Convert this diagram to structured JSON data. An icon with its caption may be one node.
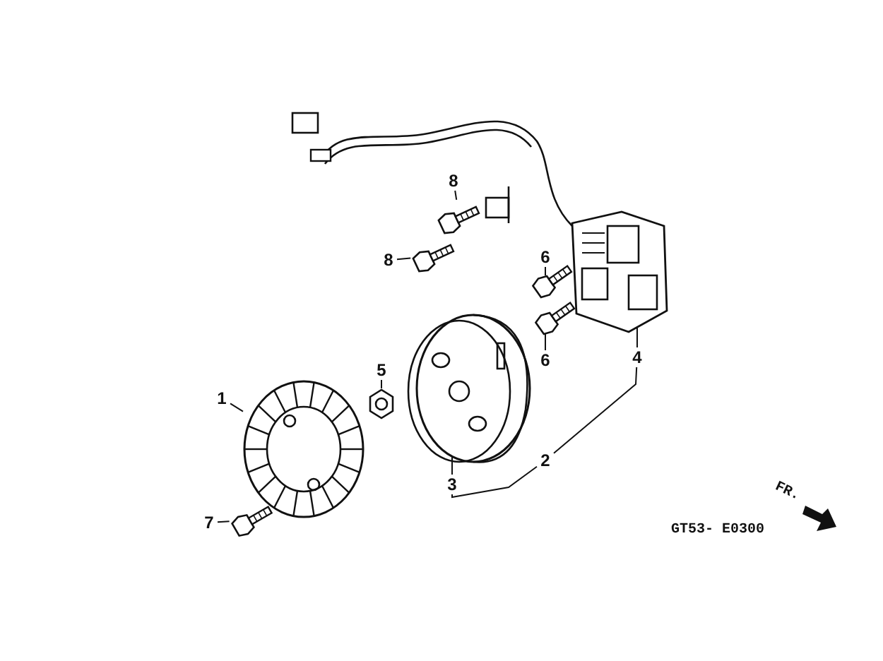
{
  "diagram": {
    "nodes": [
      {
        "text": [
          "1"
        ]
      },
      {
        "text": [],
        "shape": "picture"
      },
      {
        "text": [
          "2"
        ]
      },
      {
        "text": [
          "3"
        ]
      },
      {
        "text": [],
        "shape": "picture"
      },
      {
        "text": [
          "4"
        ]
      },
      {
        "text": [],
        "shape": "picture"
      },
      {
        "text": [
          "5"
        ]
      },
      {
        "text": [],
        "shape": "picture"
      },
      {
        "text": [
          "6"
        ]
      },
      {
        "text": [],
        "shape": "picture"
      },
      {
        "text": [
          "6"
        ]
      },
      {
        "text": [],
        "shape": "picture"
      },
      {
        "text": [
          "7"
        ]
      },
      {
        "text": [],
        "shape": "picture"
      },
      {
        "text": [
          "8"
        ]
      },
      {
        "text": [],
        "shape": "picture"
      },
      {
        "text": [
          "8"
        ]
      },
      {
        "text": [],
        "shape": "picture"
      }
    ],
    "edges": [
      {
        "from": 0,
        "to": 1,
        "arrow": "none"
      },
      {
        "from": 2,
        "to": 3,
        "arrow": "none"
      },
      {
        "from": 2,
        "to": 5,
        "arrow": "none"
      },
      {
        "from": 3,
        "to": 4,
        "arrow": "none"
      },
      {
        "from": 5,
        "to": 6,
        "arrow": "none"
      },
      {
        "from": 7,
        "to": 8,
        "arrow": "none"
      },
      {
        "from": 9,
        "to": 10,
        "arrow": "none"
      },
      {
        "from": 11,
        "to": 12,
        "arrow": "none"
      },
      {
        "from": 13,
        "to": 14,
        "arrow": "none"
      },
      {
        "from": 15,
        "to": 16,
        "arrow": "none"
      },
      {
        "from": 17,
        "to": 18,
        "arrow": "none"
      }
    ],
    "labels": [
      "FR.",
      "GT53- E0300"
    ]
  }
}
